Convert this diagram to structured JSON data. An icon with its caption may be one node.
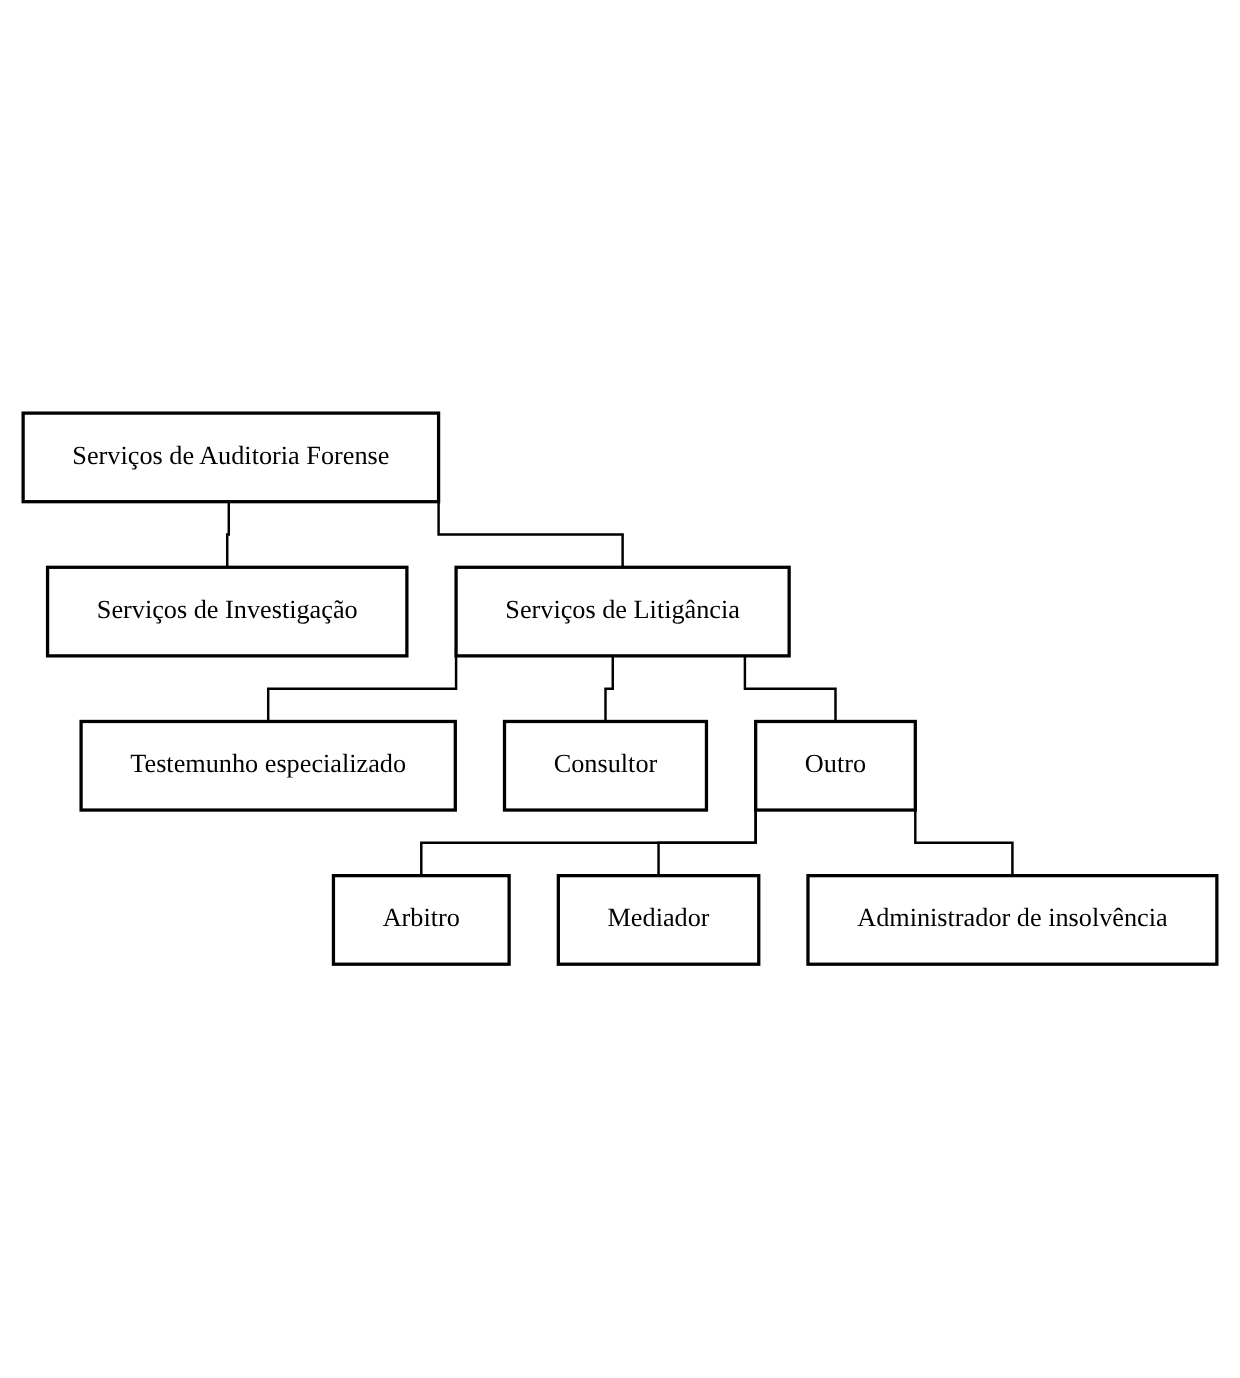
{
  "diagram": {
    "nodes": [
      {
        "text": [
          "Serviços de Auditoria Forense"
        ]
      },
      {
        "text": [
          "Serviços de Investigação"
        ]
      },
      {
        "text": [
          "Serviços de Litigância"
        ]
      },
      {
        "text": [
          "Testemunho especializado"
        ]
      },
      {
        "text": [
          "Consultor"
        ]
      },
      {
        "text": [
          "Outro"
        ]
      },
      {
        "text": [
          "Arbitro"
        ]
      },
      {
        "text": [
          "Mediador"
        ]
      },
      {
        "text": [
          "Administrador de insolvência"
        ]
      }
    ],
    "edges": [
      {
        "from": 0,
        "to": 1,
        "arrow": "none"
      },
      {
        "from": 0,
        "to": 2,
        "arrow": "none"
      },
      {
        "from": 2,
        "to": 3,
        "arrow": "none"
      },
      {
        "from": 2,
        "to": 4,
        "arrow": "none"
      },
      {
        "from": 2,
        "to": 5,
        "arrow": "none"
      },
      {
        "from": 5,
        "to": 6,
        "arrow": "none"
      },
      {
        "from": 5,
        "to": 7,
        "arrow": "none"
      },
      {
        "from": 5,
        "to": 8,
        "arrow": "none"
      }
    ]
  }
}
